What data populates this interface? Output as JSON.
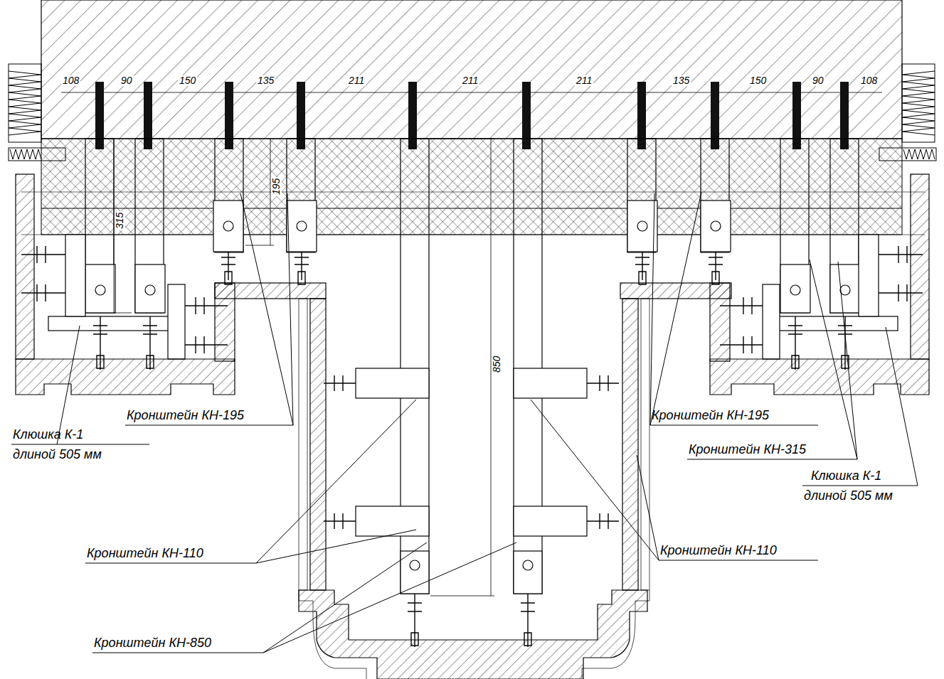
{
  "diagram": {
    "labels": [
      "108",
      "90",
      "150",
      "135",
      "211",
      "211",
      "211",
      "135",
      "150",
      "90",
      "108",
      "315",
      "195",
      "850",
      "Кронштейн КН-195",
      "Клюшка К-1",
      "длиной 505 мм",
      "Кронштейн КН-110",
      "Кронштейн КН-850",
      "Кронштейн КН-195",
      "Кронштейн КН-315",
      "Клюшка К-1",
      "длиной 505 мм",
      "Кронштейн КН-110"
    ]
  }
}
